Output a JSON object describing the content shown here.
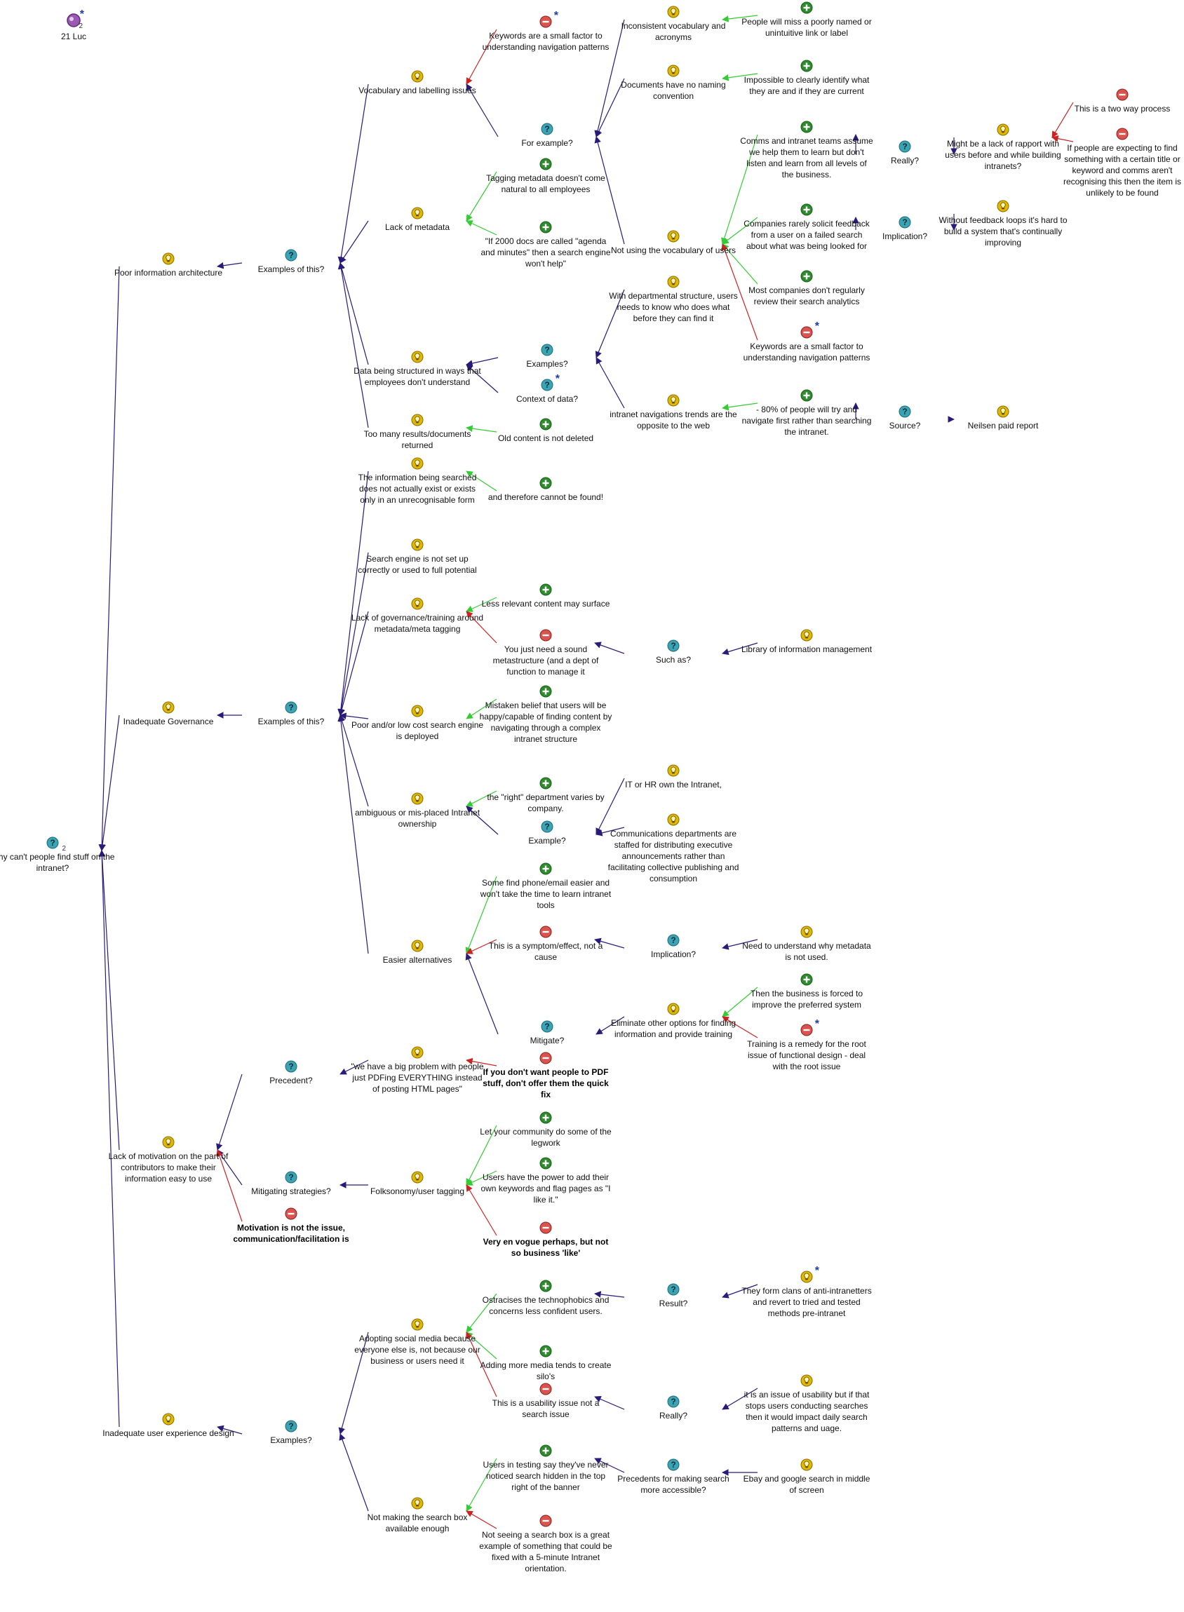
{
  "map": {
    "badge_label": "21 Luc"
  },
  "colors": {
    "arrow_dark": "#2a1a7a",
    "arrow_green": "#33cc33",
    "arrow_red": "#cc2222",
    "question": "#3aa3b4",
    "idea": "#e0b800",
    "pro": "#2e8b2e",
    "con": "#d9534f"
  },
  "nodes": [
    {
      "id": "root",
      "type": "question",
      "text": "Why can't people find stuff on the intranet?"
    },
    {
      "id": "pia",
      "type": "idea",
      "text": "Poor information architecture"
    },
    {
      "id": "ex1",
      "type": "question",
      "text": "Examples of this?"
    },
    {
      "id": "vocab",
      "type": "idea",
      "text": "Vocabulary and labelling issues"
    },
    {
      "id": "kw1",
      "type": "con",
      "text": "Keywords are a small factor to understanding navigation patterns"
    },
    {
      "id": "forex",
      "type": "question",
      "text": "For example?"
    },
    {
      "id": "incons",
      "type": "idea",
      "text": "Inconsistent vocabulary and acronyms"
    },
    {
      "id": "miss",
      "type": "pro",
      "text": "People will miss a poorly named or unintuitive link or label"
    },
    {
      "id": "docsname",
      "type": "idea",
      "text": "Documents have no naming convention"
    },
    {
      "id": "impos",
      "type": "pro",
      "text": "Impossible to clearly identify what they are and if they are current"
    },
    {
      "id": "comms",
      "type": "pro",
      "text": "Comms and intranet teams assume we help them to learn but don't listen and learn from all levels of the business."
    },
    {
      "id": "really1",
      "type": "question",
      "text": "Really?"
    },
    {
      "id": "rapport",
      "type": "idea",
      "text": "Might be a lack of rapport with users before and while building intranets?"
    },
    {
      "id": "twoway",
      "type": "con",
      "text": "This is a two way process"
    },
    {
      "id": "ifpeople",
      "type": "con",
      "text": "If people are expecting to find something with a certain title or keyword and comms aren't recognising this then the item is unlikely to be found"
    },
    {
      "id": "notvocab",
      "type": "idea",
      "text": "Not using the vocabulary of users"
    },
    {
      "id": "companies",
      "type": "pro",
      "text": "Companies rarely solicit feedback from a user on a failed search about what was being looked for"
    },
    {
      "id": "impl1",
      "type": "question",
      "text": "Implication?"
    },
    {
      "id": "nofeed",
      "type": "idea",
      "text": "Without feedback loops it's hard to build a system that's continually improving"
    },
    {
      "id": "mostcomp",
      "type": "pro",
      "text": "Most companies don't regularly review their search analytics"
    },
    {
      "id": "kw2",
      "type": "con",
      "text": "Keywords are a small factor to understanding navigation patterns"
    },
    {
      "id": "lackmeta",
      "type": "idea",
      "text": "Lack of metadata"
    },
    {
      "id": "tagging",
      "type": "pro",
      "text": "Tagging metadata doesn't come natural to all employees"
    },
    {
      "id": "agenda",
      "type": "pro",
      "text": "\"If 2000 docs are called \"agenda and minutes\" then a search engine won't help\""
    },
    {
      "id": "deptstruct",
      "type": "idea",
      "text": "With departmental structure, users needs to know who does what before they can find it"
    },
    {
      "id": "examples2",
      "type": "question",
      "text": "Examples?"
    },
    {
      "id": "datastruct",
      "type": "idea",
      "text": "Data being structured in ways that employees don't understand"
    },
    {
      "id": "context",
      "type": "question",
      "text": "Context of data?"
    },
    {
      "id": "intranav",
      "type": "idea",
      "text": "intranet navigations trends are the opposite to the web"
    },
    {
      "id": "eighty",
      "type": "pro",
      "text": "- 80% of people will try and navigate first rather than searching the intranet."
    },
    {
      "id": "source",
      "type": "question",
      "text": "Source?"
    },
    {
      "id": "neilsen",
      "type": "idea",
      "text": "Neilsen paid report"
    },
    {
      "id": "toomany",
      "type": "idea",
      "text": "Too many results/documents returned"
    },
    {
      "id": "oldcontent",
      "type": "pro",
      "text": "Old content is not deleted"
    },
    {
      "id": "notexist",
      "type": "idea",
      "text": "The information being searched does not actually exist or exists only in an unrecognisable form"
    },
    {
      "id": "cannotfind",
      "type": "pro",
      "text": "and therefore cannot be found!"
    },
    {
      "id": "govern",
      "type": "idea",
      "text": "Inadequate Governance"
    },
    {
      "id": "ex2",
      "type": "question",
      "text": "Examples of this?"
    },
    {
      "id": "searchengine",
      "type": "idea",
      "text": "Search engine is not set up correctly or used to full potential"
    },
    {
      "id": "lackgov",
      "type": "idea",
      "text": "Lack of governance/training around metadata/meta tagging"
    },
    {
      "id": "lessrel",
      "type": "pro",
      "text": "Less relevant content may surface"
    },
    {
      "id": "soundmeta",
      "type": "con",
      "text": "You just need a sound metastructure (and a dept of function to manage it"
    },
    {
      "id": "suchas",
      "type": "question",
      "text": "Such as?"
    },
    {
      "id": "library",
      "type": "idea",
      "text": "Library of information management"
    },
    {
      "id": "lowcost",
      "type": "idea",
      "text": "Poor and/or low cost search engine is deployed"
    },
    {
      "id": "mistaken",
      "type": "pro",
      "text": "Mistaken belief that users will be happy/capable of finding content by navigating through a complex intranet structure"
    },
    {
      "id": "ambig",
      "type": "idea",
      "text": "ambiguous or mis-placed Intranet ownership"
    },
    {
      "id": "rightdept",
      "type": "pro",
      "text": "the \"right\" department varies by company."
    },
    {
      "id": "example3",
      "type": "question",
      "text": "Example?"
    },
    {
      "id": "ithr",
      "type": "idea",
      "text": "IT or HR own the Intranet,"
    },
    {
      "id": "commsdept",
      "type": "idea",
      "text": "Communications departments are staffed for distributing executive announcements rather than facilitating collective publishing and consumption"
    },
    {
      "id": "phone",
      "type": "pro",
      "text": "Some find phone/email easier and won't take the time to learn intranet tools"
    },
    {
      "id": "easier",
      "type": "idea",
      "text": "Easier alternatives"
    },
    {
      "id": "symptom",
      "type": "con",
      "text": "This is a symptom/effect, not a cause"
    },
    {
      "id": "impl2",
      "type": "question",
      "text": "Implication?"
    },
    {
      "id": "needund",
      "type": "idea",
      "text": "Need to understand why metadata is not used."
    },
    {
      "id": "forced",
      "type": "pro",
      "text": "Then the business is forced to improve the preferred system"
    },
    {
      "id": "eliminate",
      "type": "idea",
      "text": "Eliminate other options for finding information and provide training"
    },
    {
      "id": "mitigate",
      "type": "question",
      "text": "Mitigate?"
    },
    {
      "id": "training",
      "type": "con",
      "text": "Training is a remedy for the root issue of functional design - deal with the root issue"
    },
    {
      "id": "pdf",
      "type": "idea",
      "text": "\"we have a big problem with people just PDFing EVERYTHING instead of posting HTML pages\""
    },
    {
      "id": "precedent",
      "type": "question",
      "text": "Precedent?"
    },
    {
      "id": "dontwant",
      "type": "con",
      "bold": true,
      "text": "If you don't want people to PDF stuff, don't offer them the quick fix"
    },
    {
      "id": "motivation",
      "type": "idea",
      "text": "Lack of motivation on the part of contributors to make their information easy to use"
    },
    {
      "id": "letcomm",
      "type": "pro",
      "text": "Let your community do some of the legwork"
    },
    {
      "id": "mitstrat",
      "type": "question",
      "text": "Mitigating strategies?"
    },
    {
      "id": "folk",
      "type": "idea",
      "text": "Folksonomy/user tagging"
    },
    {
      "id": "usershave",
      "type": "pro",
      "text": "Users have the power to add their own keywords and flag pages as \"I like it.\""
    },
    {
      "id": "notissue",
      "type": "con",
      "bold": true,
      "text": "Motivation is not the issue, communication/facilitation is"
    },
    {
      "id": "envogue",
      "type": "con",
      "bold": true,
      "text": "Very en vogue perhaps, but not so business 'like'"
    },
    {
      "id": "ostra",
      "type": "pro",
      "text": "Ostracises the technophobics and concerns less confident users."
    },
    {
      "id": "result",
      "type": "question",
      "text": "Result?"
    },
    {
      "id": "clans",
      "type": "idea",
      "text": "They form clans of anti-intranetters and revert to tried and tested methods pre-intranet"
    },
    {
      "id": "adopting",
      "type": "idea",
      "text": "Adopting social media because everyone else is, not because our business or users need it"
    },
    {
      "id": "silos",
      "type": "pro",
      "text": "Adding more media tends to create silo's"
    },
    {
      "id": "usability",
      "type": "con",
      "text": "This is a usability issue not a search issue"
    },
    {
      "id": "really2",
      "type": "question",
      "text": "Really?"
    },
    {
      "id": "itisissue",
      "type": "idea",
      "text": "it is an issue of usability but if that stops users conducting searches then it would impact daily search patterns and uage."
    },
    {
      "id": "uxd",
      "type": "idea",
      "text": "Inadequate user experience design"
    },
    {
      "id": "examples4",
      "type": "question",
      "text": "Examples?"
    },
    {
      "id": "testing",
      "type": "pro",
      "text": "Users in testing say they've never noticed search hidden in the top right of the banner"
    },
    {
      "id": "precmaking",
      "type": "question",
      "text": "Precedents for making search more accessible?"
    },
    {
      "id": "ebay",
      "type": "idea",
      "text": "Ebay and google search in middle of screen"
    },
    {
      "id": "notmaking",
      "type": "idea",
      "text": "Not making the search box available enough"
    },
    {
      "id": "notseeing",
      "type": "con",
      "text": "Not seeing a search box is a great example of something that could be fixed with a 5-minute Intranet orientation."
    }
  ]
}
